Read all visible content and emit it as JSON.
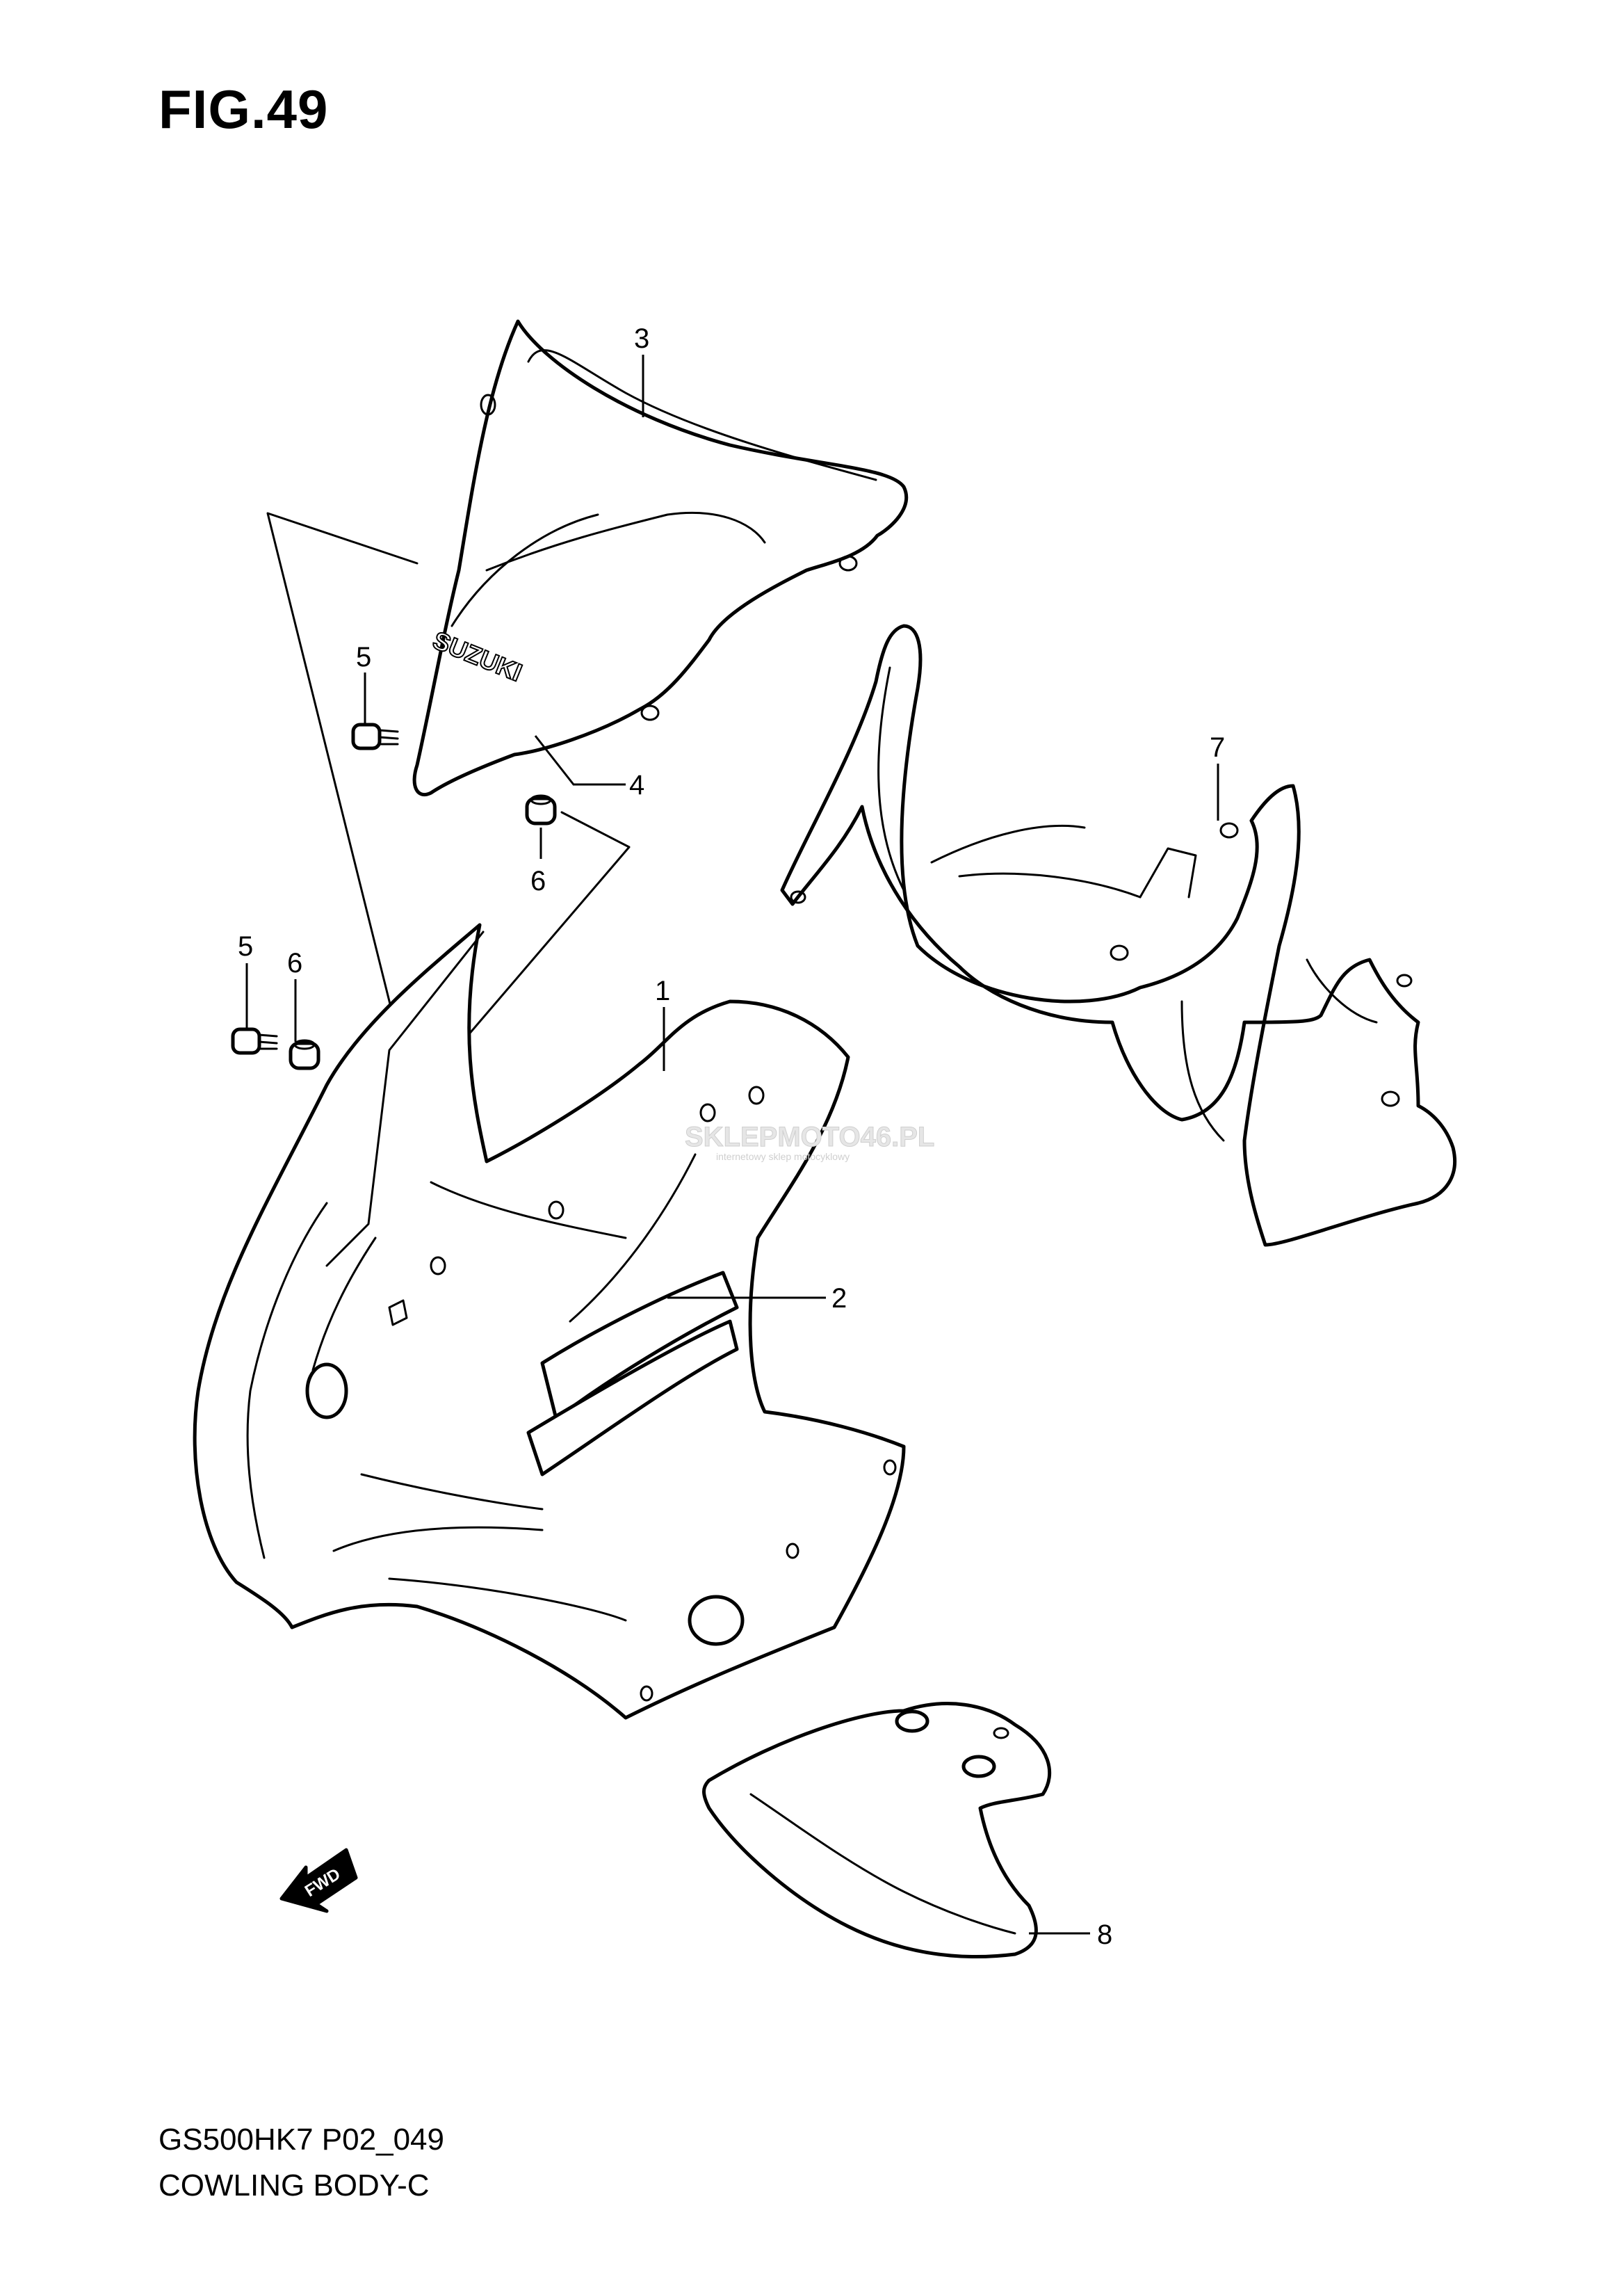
{
  "figure": {
    "title": "FIG.49",
    "model_code": "GS500HK7 P02_049",
    "caption": "COWLING BODY-C"
  },
  "callouts": {
    "c1": "1",
    "c2": "2",
    "c3": "3",
    "c4": "4",
    "c5a": "5",
    "c5b": "5",
    "c6a": "6",
    "c6b": "6",
    "c7": "7",
    "c8": "8"
  },
  "labels": {
    "windscreen_logo": "SUZUKI",
    "watermark": "SKLEPMOTO46.PL",
    "watermark_sub": "internetowy sklep motocyklowy",
    "fwd": "FWD"
  }
}
